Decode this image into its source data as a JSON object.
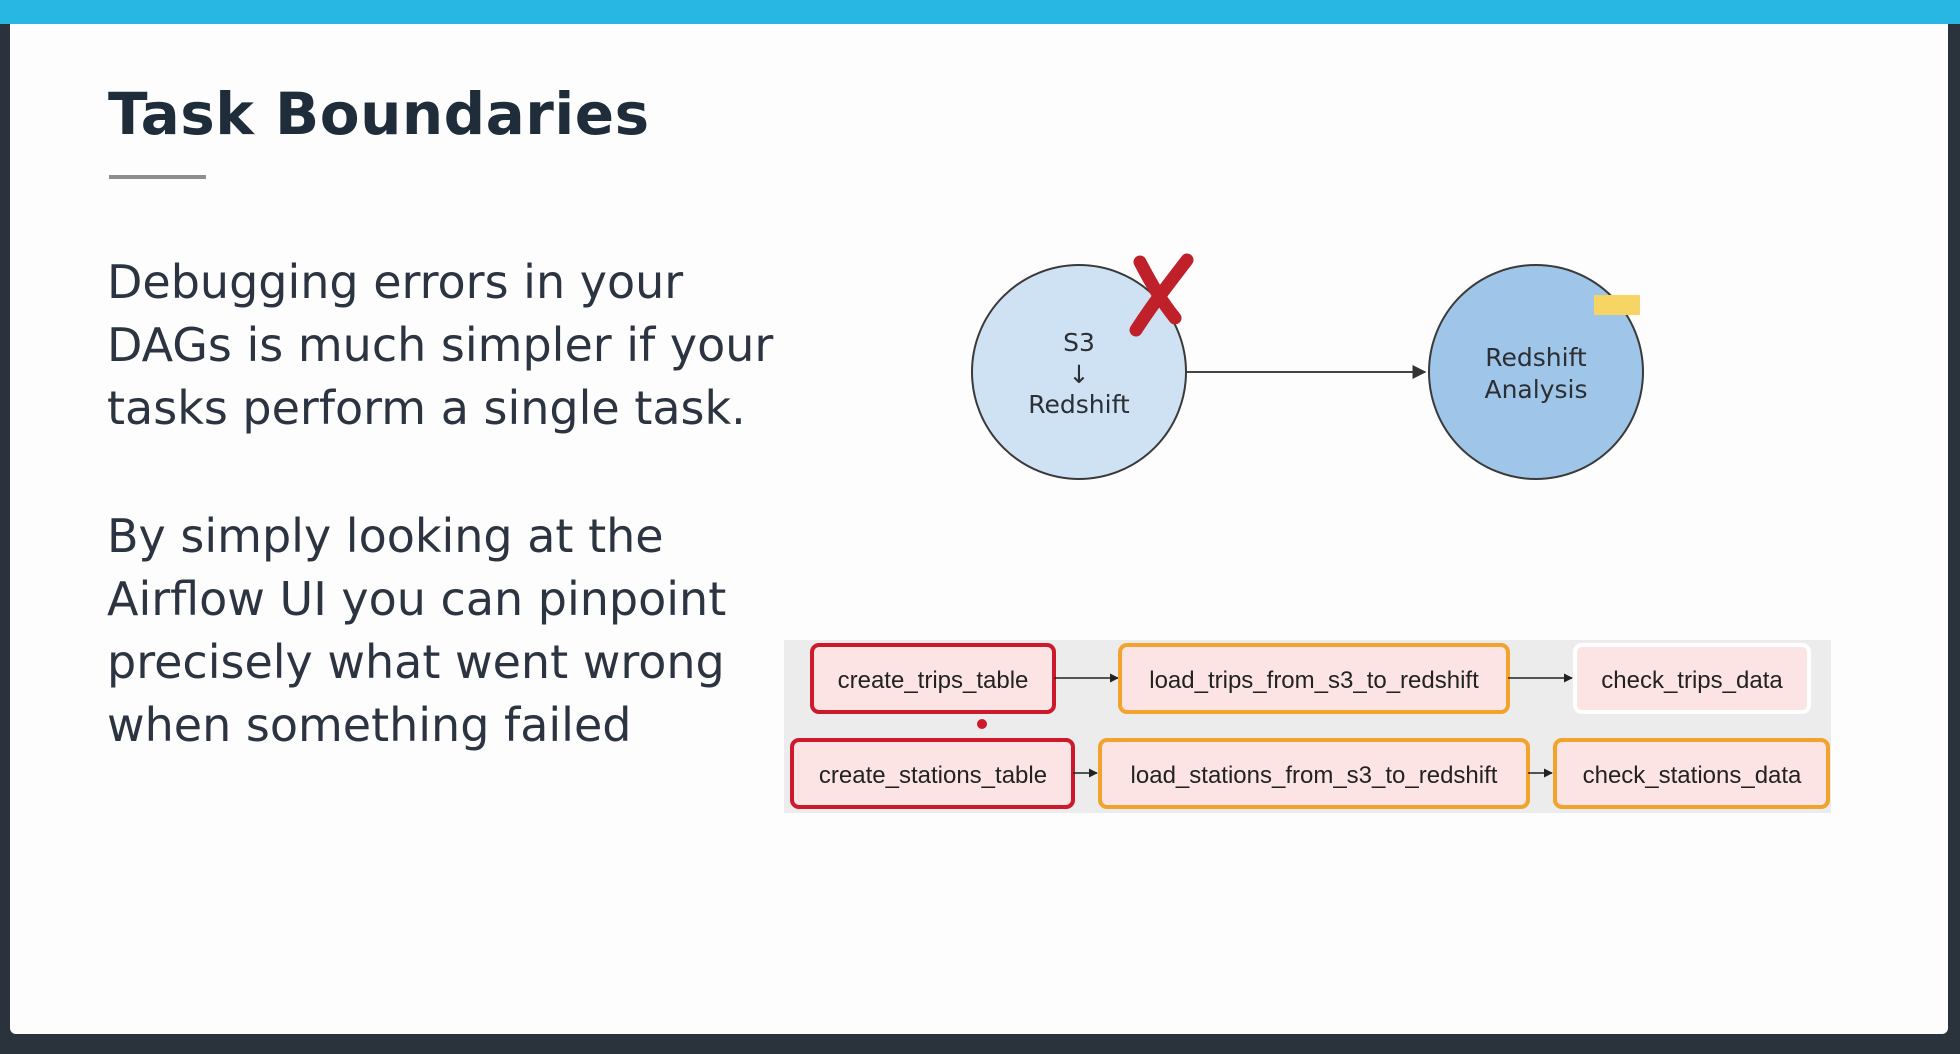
{
  "slide": {
    "title": "Task Boundaries",
    "paragraph1": "Debugging errors in your\nDAGs is much simpler if your\ntasks perform a single task.",
    "paragraph2": "By simply looking at the\nAirflow UI you can pinpoint\nprecisely what went wrong\nwhen something failed"
  },
  "diagram": {
    "node1": {
      "line1": "S3",
      "arrow": "↓",
      "line2": "Redshift"
    },
    "node2": {
      "line1": "Redshift",
      "line2": "Analysis"
    },
    "failed_marker": "x-mark"
  },
  "airflow": {
    "row1": [
      "create_trips_table",
      "load_trips_from_s3_to_redshift",
      "check_trips_data"
    ],
    "row2": [
      "create_stations_table",
      "load_stations_from_s3_to_redshift",
      "check_stations_data"
    ]
  },
  "colors": {
    "accent_bar": "#28b6e2",
    "failed": "#cc1a2c",
    "running": "#f1a32e",
    "task_fill": "#fde4e4",
    "node1_fill": "#cfe2f3",
    "node2_fill": "#9fc5e8",
    "sticky_note": "#f7d565"
  }
}
